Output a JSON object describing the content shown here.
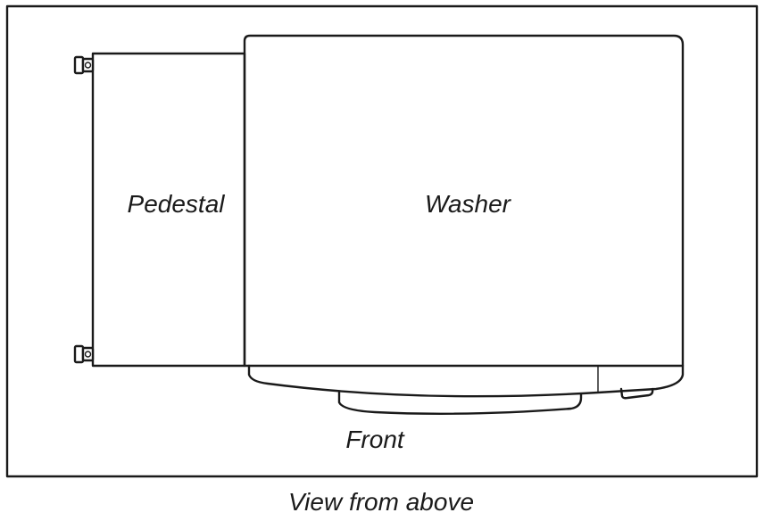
{
  "diagram": {
    "labels": {
      "pedestal": "Pedestal",
      "washer": "Washer",
      "front": "Front"
    },
    "caption": "View from above"
  }
}
